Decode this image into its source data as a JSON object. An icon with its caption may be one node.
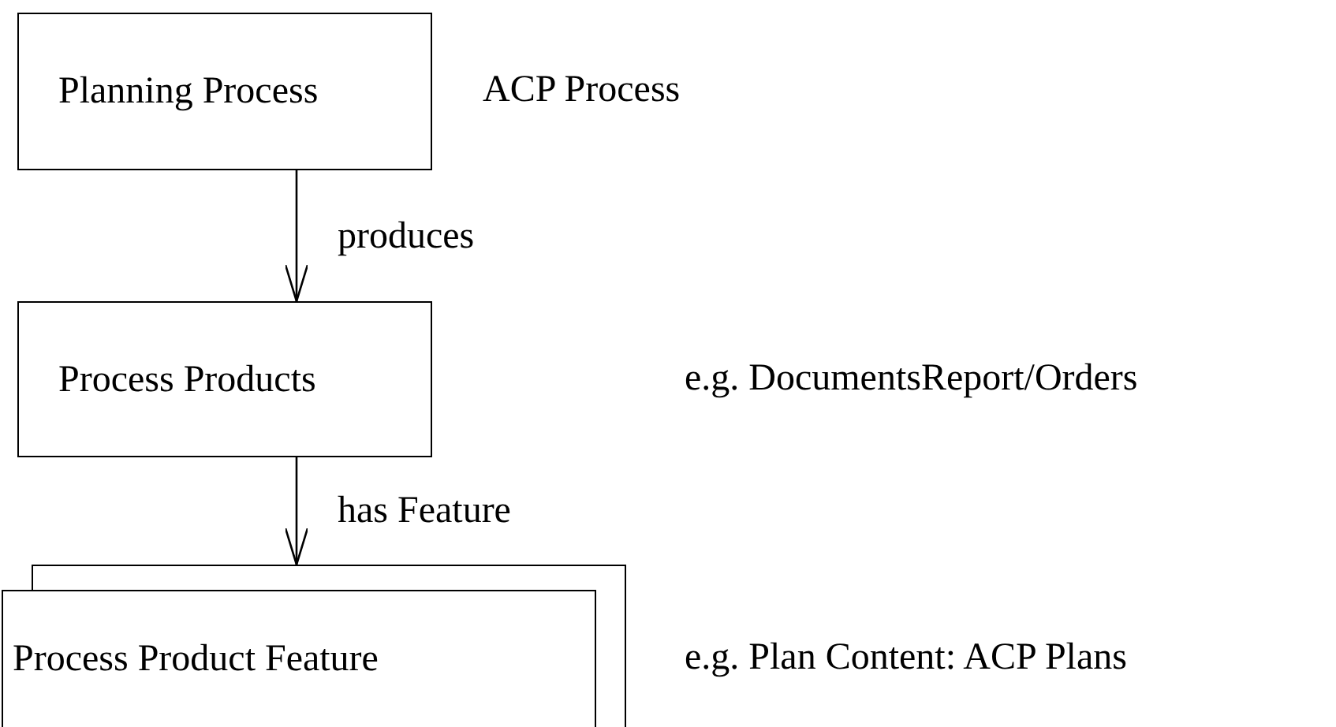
{
  "diagram": {
    "nodes": [
      {
        "text": [
          "Planning Process"
        ]
      },
      {
        "text": [
          "Process Products"
        ]
      },
      {
        "text": [
          "Process Product Feature"
        ]
      }
    ],
    "edges": [
      {
        "from": 0,
        "to": 1,
        "arrow": "to",
        "label": "produces"
      },
      {
        "from": 1,
        "to": 2,
        "arrow": "to",
        "label": "has Feature"
      }
    ],
    "labels": [
      "ACP Process",
      "e.g. DocumentsReport/Orders",
      "e.g. Plan Content: ACP Plans"
    ]
  }
}
